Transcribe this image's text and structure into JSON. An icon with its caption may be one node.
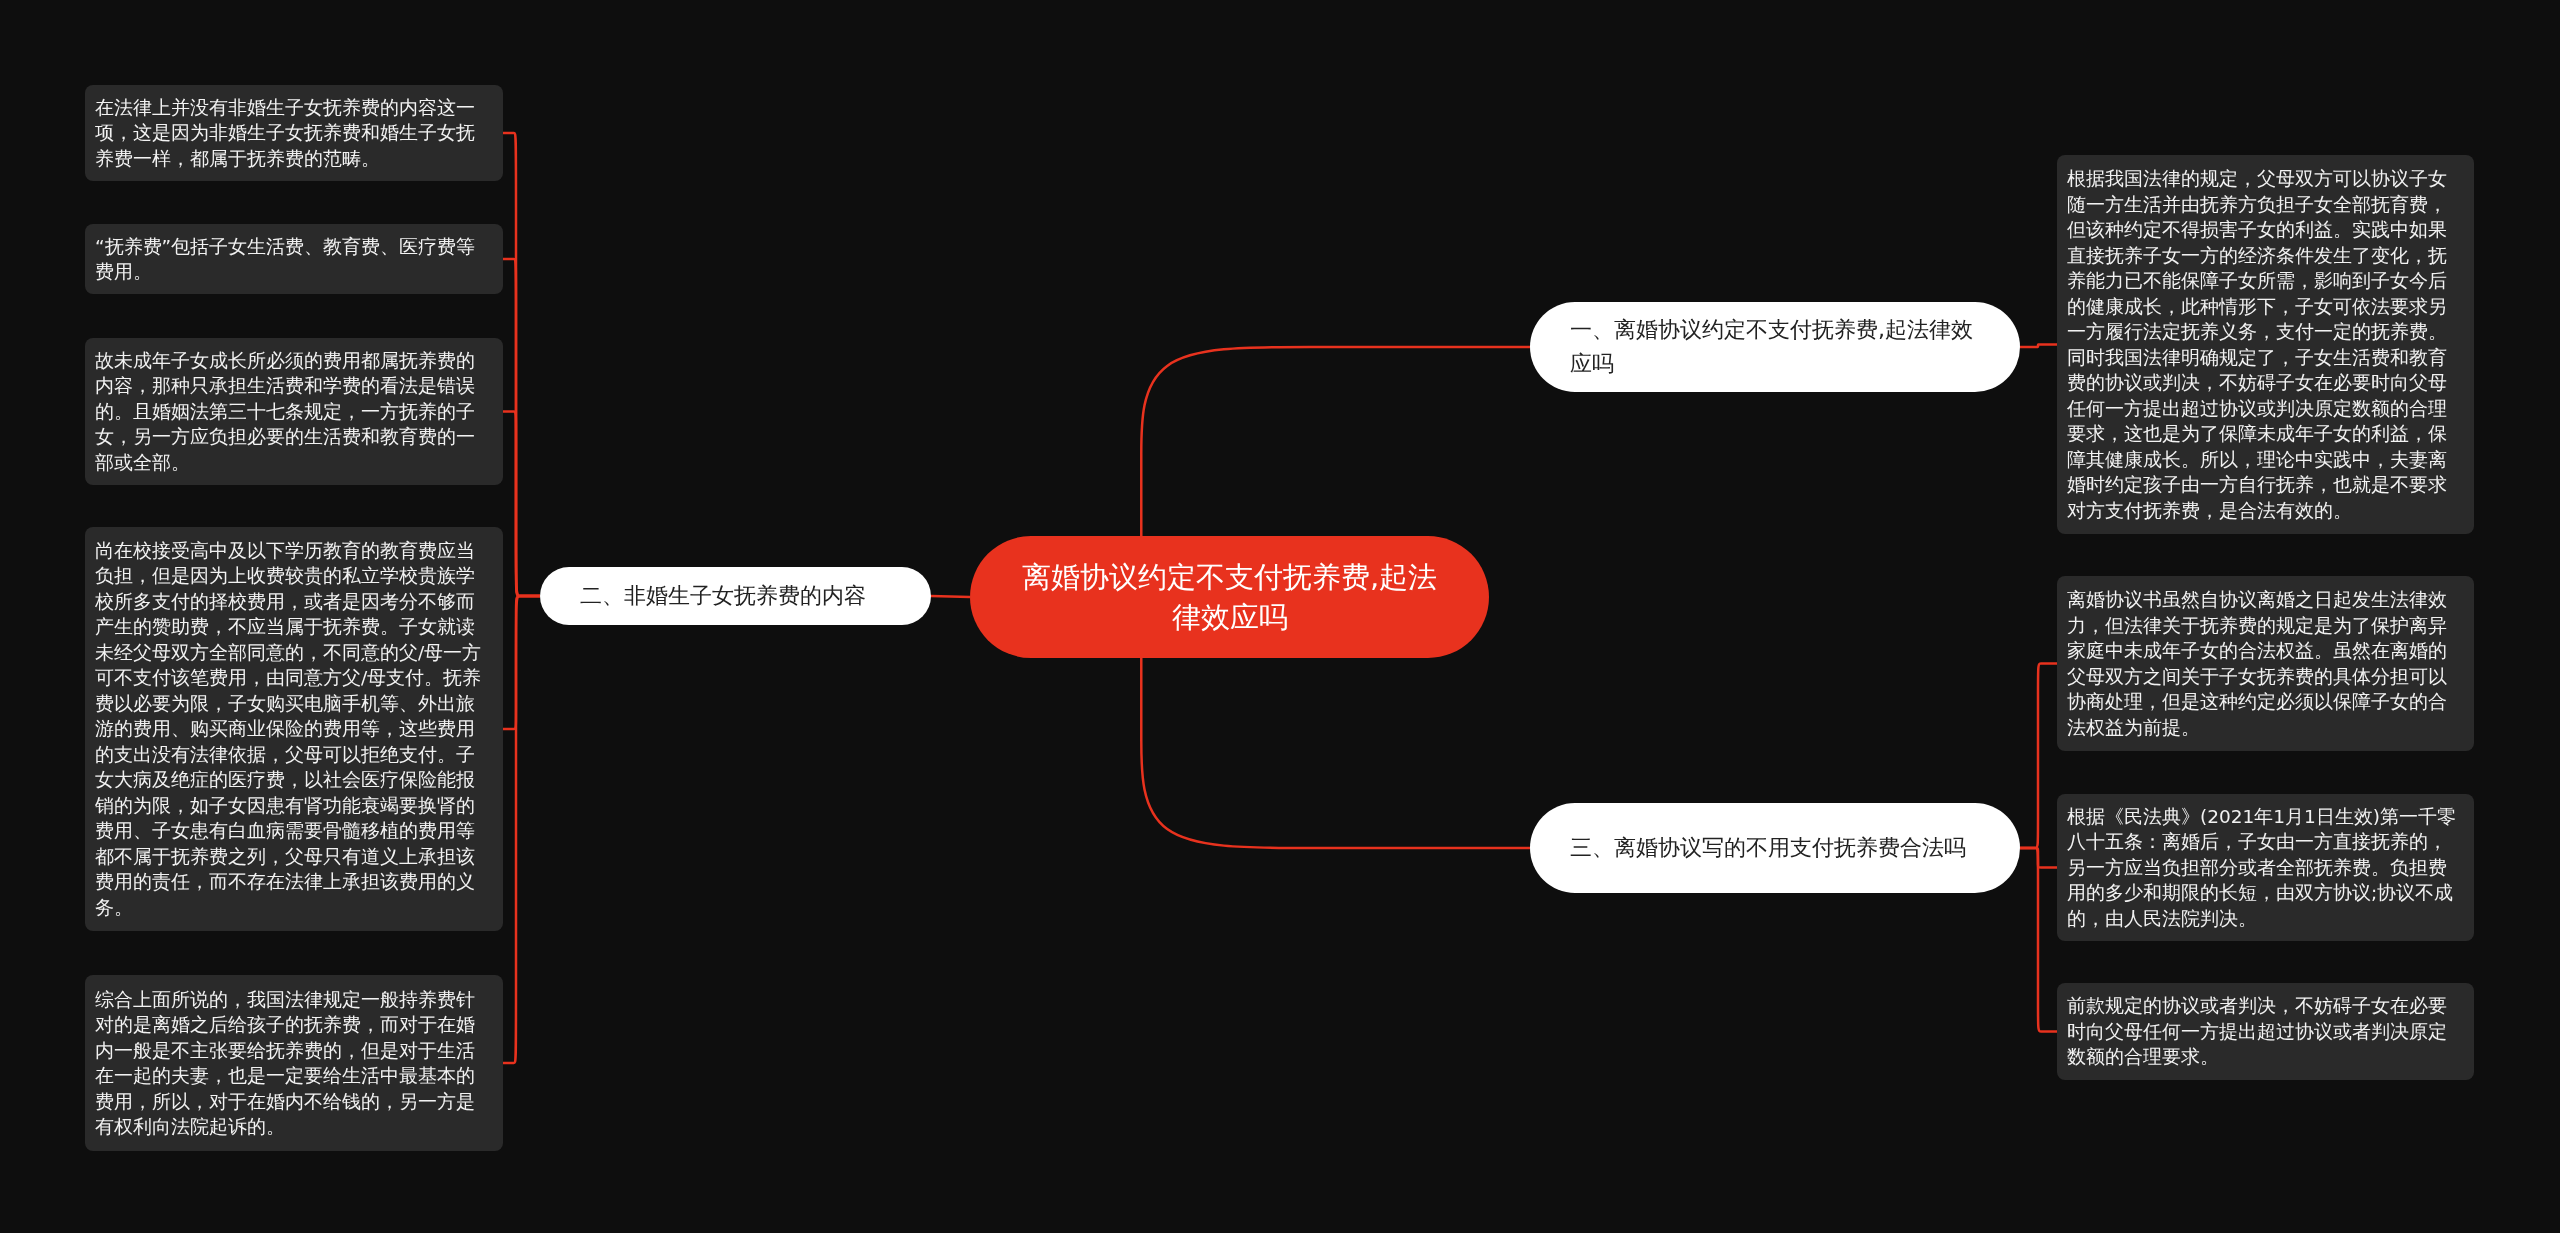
{
  "diagram": {
    "nodes": [
      {
        "text": [
          "离婚协议约定不支付抚养费,起法律效应吗"
        ]
      },
      {
        "text": [
          "一、离婚协议约定不支付抚养费,起法律效应吗"
        ]
      },
      {
        "text": [
          "根据我国法律的规定，父母双方可以协议子女随一方生活并由抚养方负担子女全部抚育费，但该种约定不得损害子女的利益。实践中如果直接抚养子女一方的经济条件发生了变化，抚养能力已不能保障子女所需，影响到子女今后的健康成长，此种情形下，子女可依法要求另一方履行法定抚养义务，支付一定的抚养费。同时我国法律明确规定了，子女生活费和教育费的协议或判决，不妨碍子女在必要时向父母任何一方提出超过协议或判决原定数额的合理要求，这也是为了保障未成年子女的利益，保障其健康成长。所以，理论中实践中，夫妻离婚时约定孩子由一方自行抚养，也就是不要求对方支付抚养费，是合法有效的。"
        ]
      },
      {
        "text": [
          "二、非婚生子女抚养费的内容"
        ]
      },
      {
        "text": [
          "在法律上并没有非婚生子女抚养费的内容这一项，这是因为非婚生子女抚养费和婚生子女抚养费一样，都属于抚养费的范畴。"
        ]
      },
      {
        "text": [
          "“抚养费”包括子女生活费、教育费、医疗费等费用。"
        ]
      },
      {
        "text": [
          "故未成年子女成长所必须的费用都属抚养费的内容，那种只承担生活费和学费的看法是错误的。且婚姻法第三十七条规定，一方抚养的子女，另一方应负担必要的生活费和教育费的一部或全部。"
        ]
      },
      {
        "text": [
          "尚在校接受高中及以下学历教育的教育费应当负担，但是因为上收费较贵的私立学校贵族学校所多支付的择校费用，或者是因考分不够而产生的赞助费，不应当属于抚养费。子女就读未经父母双方全部同意的，不同意的父/母一方可不支付该笔费用，由同意方父/母支付。抚养费以必要为限，子女购买电脑手机等、外出旅游的费用、购买商业保险的费用等，这些费用的支出没有法律依据，父母可以拒绝支付。子女大病及绝症的医疗费，以社会医疗保险能报销的为限，如子女因患有肾功能衰竭要换肾的费用、子女患有白血病需要骨髓移植的费用等都不属于抚养费之列，父母只有道义上承担该费用的责任，而不存在法律上承担该费用的义务。"
        ]
      },
      {
        "text": [
          "综合上面所说的，我国法律规定一般持养费针对的是离婚之后给孩子的抚养费，而对于在婚内一般是不主张要给抚养费的，但是对于生活在一起的夫妻，也是一定要给生活中最基本的费用，所以，对于在婚内不给钱的，另一方是有权利向法院起诉的。"
        ]
      },
      {
        "text": [
          "三、离婚协议写的不用支付抚养费合法吗"
        ]
      },
      {
        "text": [
          "离婚协议书虽然自协议离婚之日起发生法律效力，但法律关于抚养费的规定是为了保护离异家庭中未成年子女的合法权益。虽然在离婚的父母双方之间关于子女抚养费的具体分担可以协商处理，但是这种约定必须以保障子女的合法权益为前提。"
        ]
      },
      {
        "text": [
          "根据《民法典》(2021年1月1日生效)第一千零八十五条：离婚后，子女由一方直接抚养的，另一方应当负担部分或者全部抚养费。负担费用的多少和期限的长短，由双方协议;协议不成的，由人民法院判决。"
        ]
      },
      {
        "text": [
          "前款规定的协议或者判决，不妨碍子女在必要时向父母任何一方提出超过协议或者判决原定数额的合理要求。"
        ]
      }
    ],
    "edges": [
      {
        "from": 0,
        "to": 1,
        "arrow": "none"
      },
      {
        "from": 1,
        "to": 2,
        "arrow": "none"
      },
      {
        "from": 0,
        "to": 3,
        "arrow": "none"
      },
      {
        "from": 3,
        "to": 4,
        "arrow": "none"
      },
      {
        "from": 3,
        "to": 5,
        "arrow": "none"
      },
      {
        "from": 3,
        "to": 6,
        "arrow": "none"
      },
      {
        "from": 3,
        "to": 7,
        "arrow": "none"
      },
      {
        "from": 3,
        "to": 8,
        "arrow": "none"
      },
      {
        "from": 0,
        "to": 9,
        "arrow": "none"
      },
      {
        "from": 9,
        "to": 10,
        "arrow": "none"
      },
      {
        "from": 9,
        "to": 11,
        "arrow": "none"
      },
      {
        "from": 9,
        "to": 12,
        "arrow": "none"
      }
    ]
  }
}
